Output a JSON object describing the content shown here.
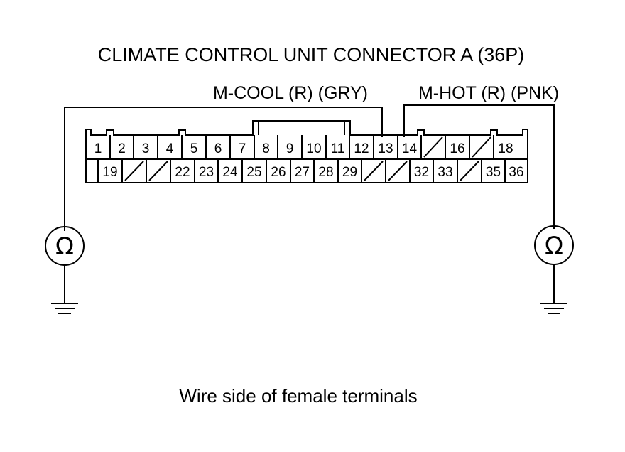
{
  "title": "CLIMATE CONTROL UNIT CONNECTOR A (36P)",
  "wires": {
    "left_label": "M-COOL (R) (GRY)",
    "right_label": "M-HOT (R) (PNK)"
  },
  "meter_symbol": "Ω",
  "meter_icon": "ohmmeter-icon",
  "ground_icon": "ground-icon",
  "caption": "Wire side of female terminals",
  "connector": {
    "top_row": [
      "1",
      "2",
      "3",
      "4",
      "5",
      "6",
      "7",
      "8",
      "9",
      "10",
      "11",
      "12",
      "13",
      "14",
      "",
      "16",
      "",
      "18"
    ],
    "bottom_row": [
      "",
      "19",
      "",
      "",
      "22",
      "23",
      "24",
      "25",
      "26",
      "27",
      "28",
      "29",
      "",
      "",
      "32",
      "33",
      "",
      "35",
      "36"
    ]
  }
}
